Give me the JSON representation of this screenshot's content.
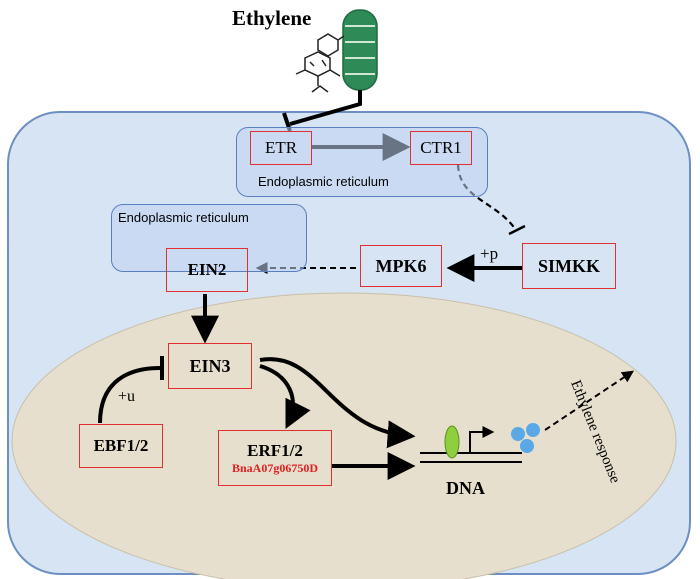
{
  "title": "Ethylene",
  "compartments": {
    "er_top": "Endoplasmic reticulum",
    "er_left": "Endoplasmic reticulum"
  },
  "nodes": {
    "etr": "ETR",
    "ctr1": "CTR1",
    "simkk": "SIMKK",
    "mpk6": "MPK6",
    "ein2": "EIN2",
    "ein3": "EIN3",
    "ebf": "EBF1/2",
    "erf": "ERF1/2",
    "erf_gene": "BnaA07g06750D"
  },
  "annotations": {
    "phos": "+p",
    "ubiq": "+u",
    "dna": "DNA",
    "response": "Ethylene response"
  },
  "colors": {
    "cell": "#d7e4f4",
    "cell_border": "#6d8fc4",
    "nucleus": "#e6dfcd",
    "box_border": "#e03030",
    "gene_text": "#e02020",
    "receptor": "#2e8b57",
    "tf_ellipse": "#8fce3c",
    "product": "#5aa9e6"
  }
}
